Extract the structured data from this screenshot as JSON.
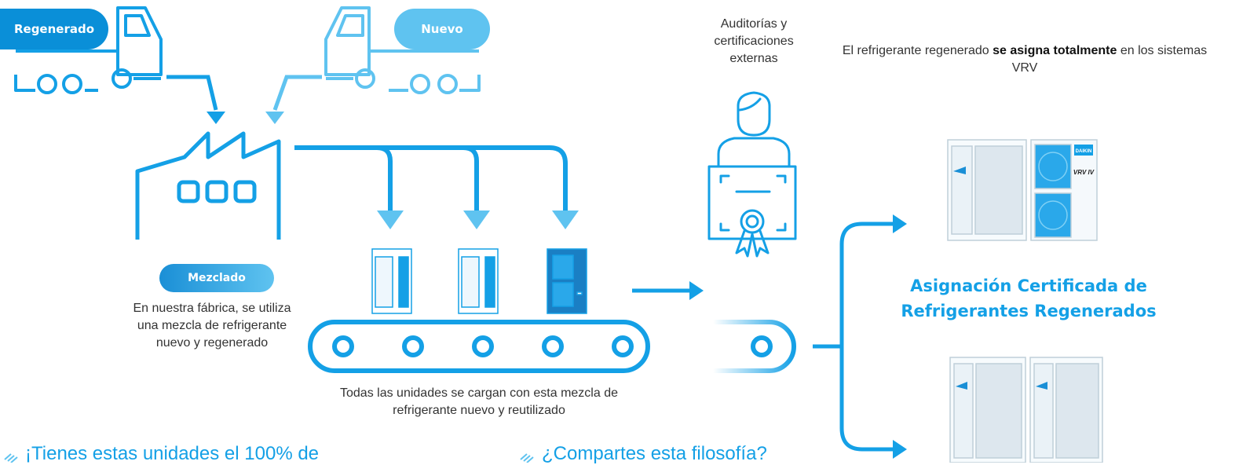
{
  "pills": {
    "regenerated": "Regenerado",
    "new": "Nuevo",
    "mixed": "Mezclado"
  },
  "factory_text": "En nuestra fábrica, se utiliza una mezcla de refrigerante nuevo y regenerado",
  "conveyor_text": "Todas las unidades se cargan con esta mezcla de refrigerante nuevo y reutilizado",
  "audit_text": "Auditorías y certificaciones externas",
  "assignment": {
    "pre": "El refrigerante regenerado ",
    "bold": "se asigna totalmente",
    "post": " en los sistemas VRV"
  },
  "certified_title": "Asignación Certificada de Refrigerantes Regenerados",
  "questions": {
    "left": "¡Tienes estas unidades el 100% de",
    "right": "¿Compartes esta filosofía?"
  },
  "brand": {
    "logo_text": "DAIKIN",
    "model_text": "VRV IV"
  },
  "colors": {
    "primary": "#14a0e6",
    "light": "#5fc3f0",
    "dark_pill": "#0a8fd8"
  }
}
